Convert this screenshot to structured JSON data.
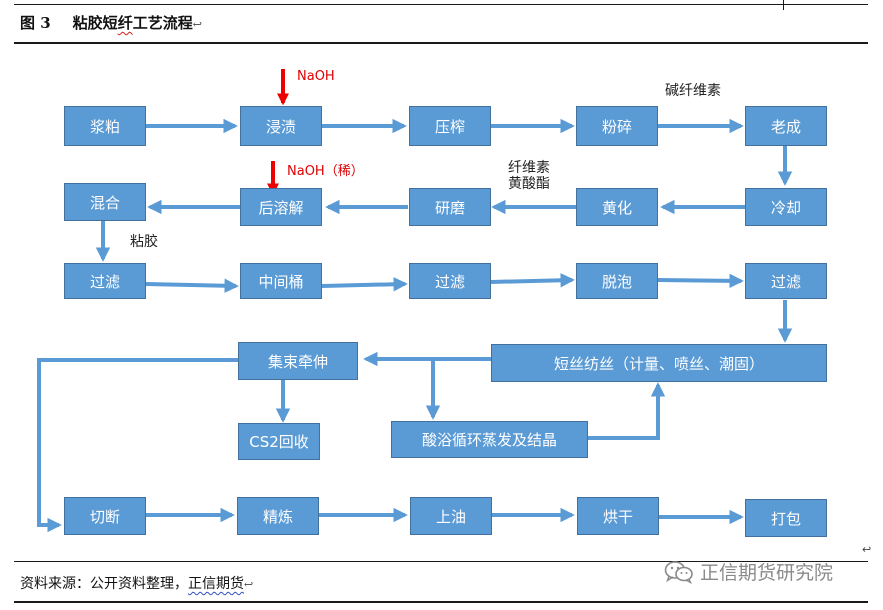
{
  "header": {
    "figure_number": "图 3",
    "title_main": "粘胶短",
    "title_wavy": "纤",
    "title_rest": "工艺流程",
    "para_mark": "↩"
  },
  "diagram": {
    "colors": {
      "box_fill": "#5b9bd5",
      "box_border": "#41719c",
      "box_text": "#ffffff",
      "arrow": "#5b9bd5",
      "reagent_arrow": "#ee0000",
      "reagent_text": "#e00000"
    },
    "steps": {
      "pulp": "浆粕",
      "steeping": "浸渍",
      "pressing": "压榨",
      "shredding": "粉碎",
      "aging": "老成",
      "cooling": "冷却",
      "xanthation": "黄化",
      "grinding": "研磨",
      "post_dissolving": "后溶解",
      "mixing": "混合",
      "filter_1": "过滤",
      "middle_tank": "中间桶",
      "filter_2": "过滤",
      "deaeration": "脱泡",
      "filter_3": "过滤",
      "spinning": "短丝纺丝（计量、喷丝、潮固）",
      "tow_drawing": "集束牵伸",
      "cs2_recovery": "CS2回收",
      "acid_bath": "酸浴循环蒸发及结晶",
      "cutting": "切断",
      "refining": "精炼",
      "oiling": "上油",
      "drying": "烘干",
      "packing": "打包"
    },
    "annotations": {
      "naoh": "NaOH",
      "naoh_dilute": "NaOH（稀）",
      "alkali_cellulose": "碱纤维素",
      "cellulose_xanthate_line1": "纤维素",
      "cellulose_xanthate_line2": "黄酸酯",
      "viscose": "粘胶"
    }
  },
  "footer": {
    "source_prefix": "资料来源：公开资料整理，",
    "source_company": "正信期货",
    "para_mark": "↩",
    "watermark_text": "正信期货研究院",
    "watermark_icon": "wechat-icon",
    "corner_mark": "↩"
  }
}
